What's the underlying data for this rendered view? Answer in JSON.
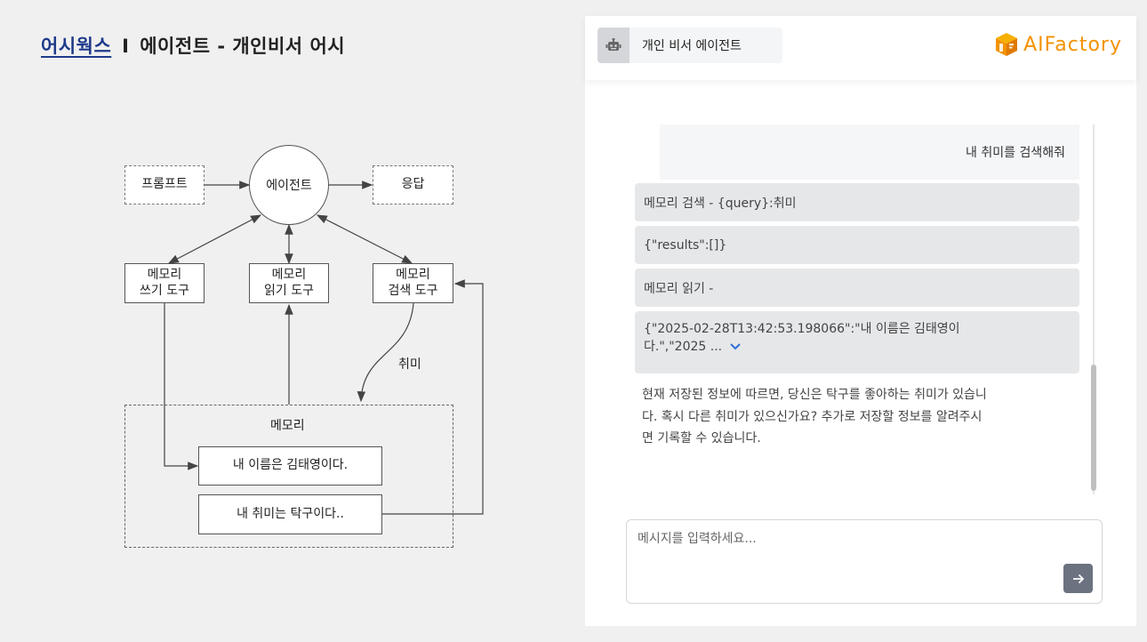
{
  "slide": {
    "brand": "어시웍스",
    "separator": "I",
    "title_rest": "에이전트 - 개인비서 어시"
  },
  "diagram": {
    "prompt": "프롬프트",
    "agent": "에이전트",
    "response": "응답",
    "write_tool_line1": "메모리",
    "write_tool_line2": "쓰기 도구",
    "read_tool_line1": "메모리",
    "read_tool_line2": "읽기 도구",
    "search_tool_line1": "메모리",
    "search_tool_line2": "검색 도구",
    "hobby_label": "취미",
    "memory_title": "메모리",
    "memory_item_1": "내 이름은 김태영이다.",
    "memory_item_2": "내 취미는 탁구이다.."
  },
  "app": {
    "agent_name": "개인 비서 에이전트",
    "logo_text": "AIFactory",
    "brand_color": "#f39200",
    "messages": {
      "user": "내 취미를 검색해줘",
      "tool_search": "메모리 검색 - {query}:취미",
      "tool_search_result": "{\"results\":[]}",
      "tool_read": "메모리 읽기 -",
      "tool_read_result_line1": "{\"2025-02-28T13:42:53.198066\":\"내 이름은 김태영이",
      "tool_read_result_line2": "다.\",\"2025 ...",
      "answer_line1": "현재 저장된 정보에 따르면, 당신은 탁구를 좋아하는 취미가 있습니",
      "answer_line2": "다. 혹시 다른 취미가 있으신가요? 추가로 저장할 정보를 알려주시",
      "answer_line3": "면 기록할 수 있습니다."
    },
    "input": {
      "placeholder": "메시지를 입력하세요...",
      "value": ""
    },
    "icons": {
      "agent": "robot-icon",
      "expand": "chevron-down-icon",
      "send": "arrow-right-icon",
      "logo": "cube-logo-icon"
    }
  }
}
